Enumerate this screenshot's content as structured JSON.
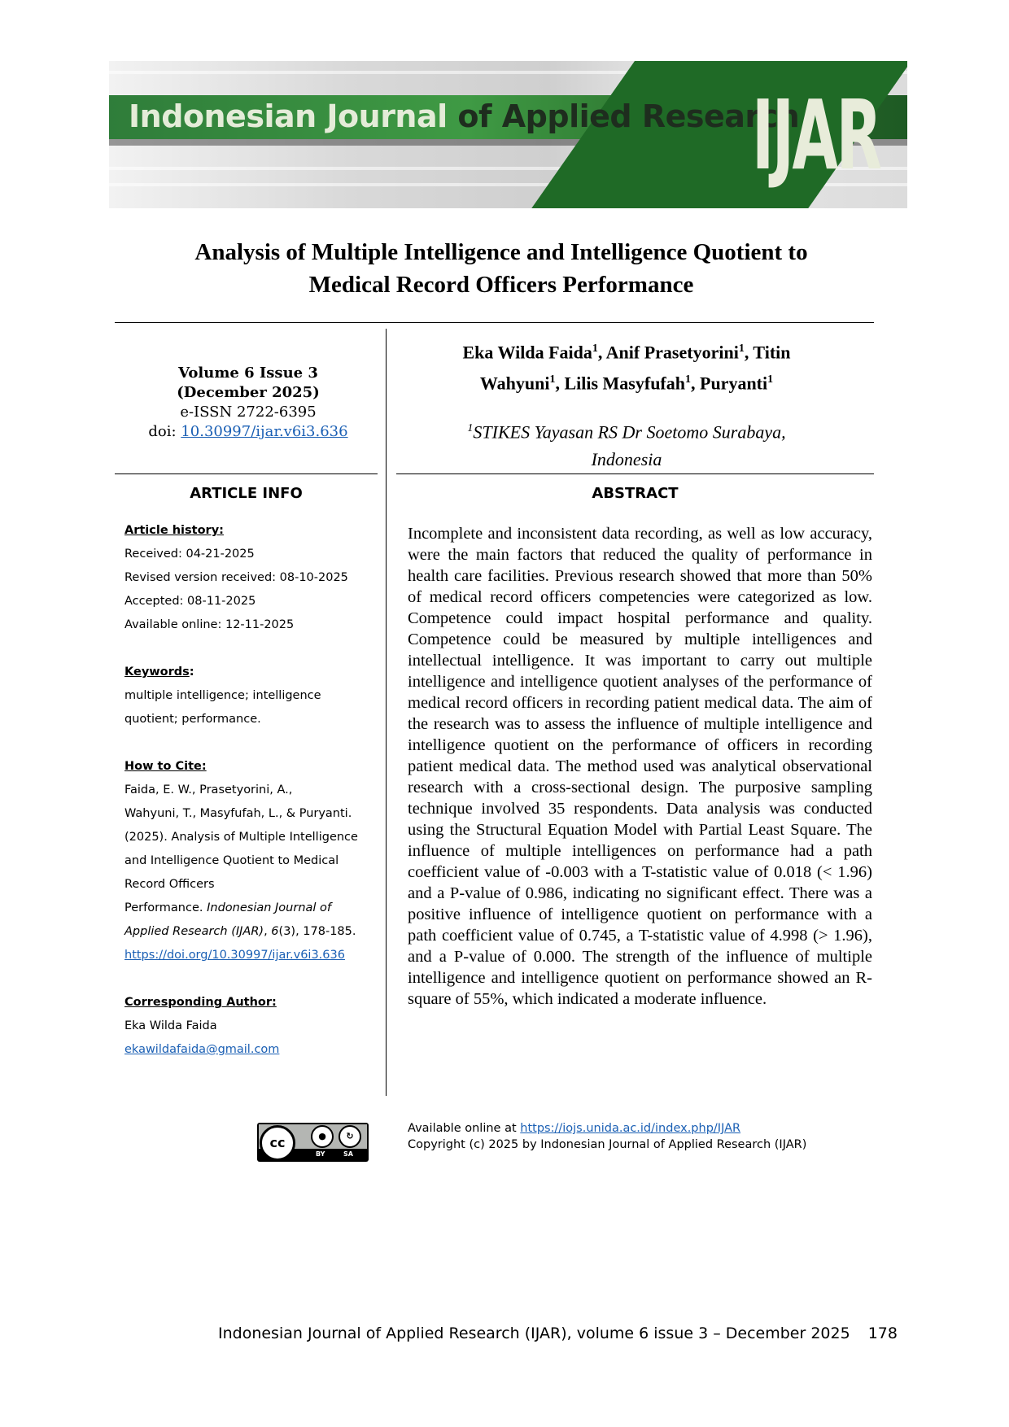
{
  "banner": {
    "title_part1": "Indonesian Journal",
    "title_part2": "of Applied Research",
    "logo": "IJAR"
  },
  "title": {
    "line1": "Analysis of Multiple Intelligence and Intelligence Quotient to",
    "line2": "Medical Record Officers Performance"
  },
  "meta": {
    "volume": "Volume 6 Issue 3",
    "date": "(December 2025)",
    "eissn": "e-ISSN 2722-6395",
    "doi_label": "doi:",
    "doi": "10.30997/ijar.v6i3.636"
  },
  "authors": {
    "line1": [
      {
        "name": "Eka Wilda Faida",
        "sup": "1",
        "sep": ", "
      },
      {
        "name": "Anif Prasetyorini",
        "sup": "1",
        "sep": ", Titin"
      }
    ],
    "line2": [
      {
        "name": "Wahyuni",
        "sup": "1",
        "sep": ", "
      },
      {
        "name": "Lilis Masyfufah",
        "sup": "1",
        "sep": ", "
      },
      {
        "name": "Puryanti",
        "sup": "1",
        "sep": ""
      }
    ],
    "affiliation_sup": "1",
    "affiliation_line1": "STIKES Yayasan RS Dr Soetomo Surabaya,",
    "affiliation_line2": "Indonesia"
  },
  "article_info": {
    "heading": "ARTICLE INFO",
    "history_label": "Article history:",
    "received": "Received: 04-21-2025",
    "revised": "Revised version received: 08-10-2025",
    "accepted": "Accepted: 08-11-2025",
    "online": "Available online: 12-11-2025",
    "keywords_label": "Keywords",
    "keywords_colon": ":",
    "keywords_line1": "multiple intelligence; intelligence",
    "keywords_line2": "quotient; performance.",
    "cite_label": "How to Cite:",
    "cite_line1": "Faida, E. W., Prasetyorini, A.,",
    "cite_line2": "Wahyuni, T., Masyfufah, L., & Puryanti.",
    "cite_line3": "(2025). Analysis of Multiple Intelligence",
    "cite_line4": "and Intelligence Quotient to Medical",
    "cite_line5": "Record Officers",
    "cite_line6a": "Performance. ",
    "cite_line6b": "Indonesian Journal of",
    "cite_line7a": "Applied Research (IJAR)",
    "cite_line7b": ", ",
    "cite_line7c": "6",
    "cite_line7d": "(3), 178-185.",
    "cite_url": "https://doi.org/10.30997/ijar.v6i3.636",
    "corr_label": "Corresponding Author:",
    "corr_name": "Eka Wilda Faida",
    "corr_email": "ekawildafaida@gmail.com"
  },
  "abstract": {
    "heading": "ABSTRACT",
    "text": "Incomplete and inconsistent data recording, as well as low accuracy, were the main factors that reduced the quality of performance in health care facilities. Previous research showed that more than 50% of medical record officers competencies were categorized as low. Competence could impact hospital performance and quality. Competence could be measured by multiple intelligences and intellectual intelligence. It was important to carry out multiple intelligence and intelligence quotient analyses of the performance of medical record officers in recording patient medical data. The aim of the research was to assess the influence of multiple intelligence and intelligence quotient on the performance of officers in recording patient medical data. The method used was analytical observational research with a cross-sectional design. The purposive sampling technique involved 35 respondents. Data analysis was conducted using the Structural Equation Model with Partial Least Square. The influence of multiple intelligences on performance had a path coefficient value of -0.003 with a T-statistic value of 0.018 (< 1.96) and a P-value of 0.986, indicating no significant effect. There was a positive influence of intelligence quotient on performance with a path coefficient value of 0.745, a T-statistic value of 4.998 (> 1.96), and a P-value of 0.000. The strength of the influence of multiple intelligence and intelligence quotient on performance showed an R-square of 55%, which indicated a moderate influence."
  },
  "license": {
    "cc": "cc",
    "by": "BY",
    "sa": "SA",
    "available_prefix": "Available online at ",
    "available_url": "https://iojs.unida.ac.id/index.php/IJAR",
    "copyright": "Copyright (c) 2025 by Indonesian Journal of Applied Research (IJAR)"
  },
  "footer": {
    "text": "Indonesian Journal of Applied Research (IJAR), volume 6 issue 3 – December 2025",
    "page": "178"
  }
}
